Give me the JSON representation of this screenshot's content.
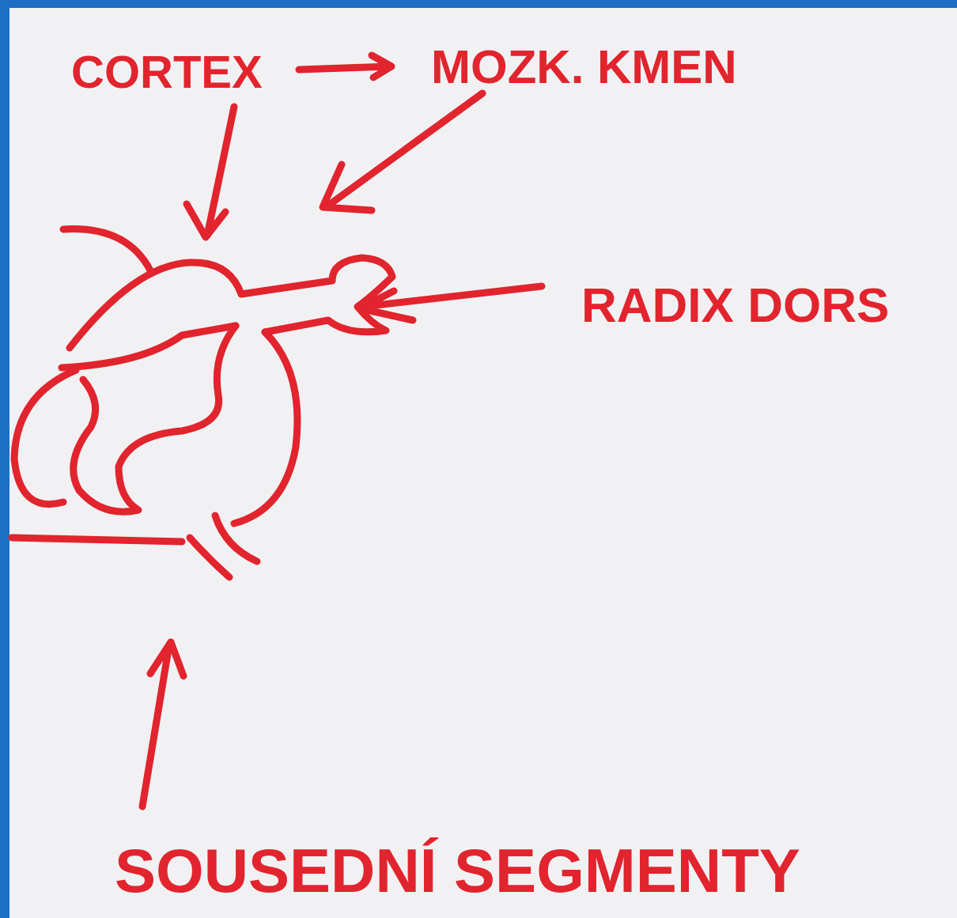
{
  "diagram": {
    "labels": [
      "CORTEX",
      "MOZK. KMEN",
      "RADIX DORS",
      "SOUSEDNÍ SEGMENTY"
    ]
  }
}
